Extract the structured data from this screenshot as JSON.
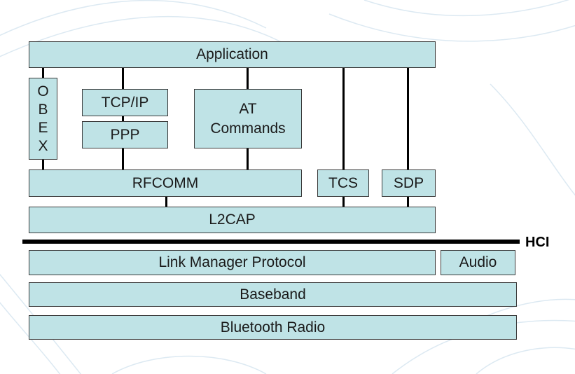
{
  "diagram": {
    "application": "Application",
    "obex": [
      "O",
      "B",
      "E",
      "X"
    ],
    "tcpip": "TCP/IP",
    "ppp": "PPP",
    "at_commands": "AT\nCommands",
    "rfcomm": "RFCOMM",
    "tcs": "TCS",
    "sdp": "SDP",
    "l2cap": "L2CAP",
    "hci": "HCI",
    "link_manager": "Link Manager Protocol",
    "audio": "Audio",
    "baseband": "Baseband",
    "bluetooth_radio": "Bluetooth Radio"
  },
  "colors": {
    "box_fill": "#bfe3e6",
    "line": "#000000",
    "background_swirl": "#dce9f2"
  }
}
